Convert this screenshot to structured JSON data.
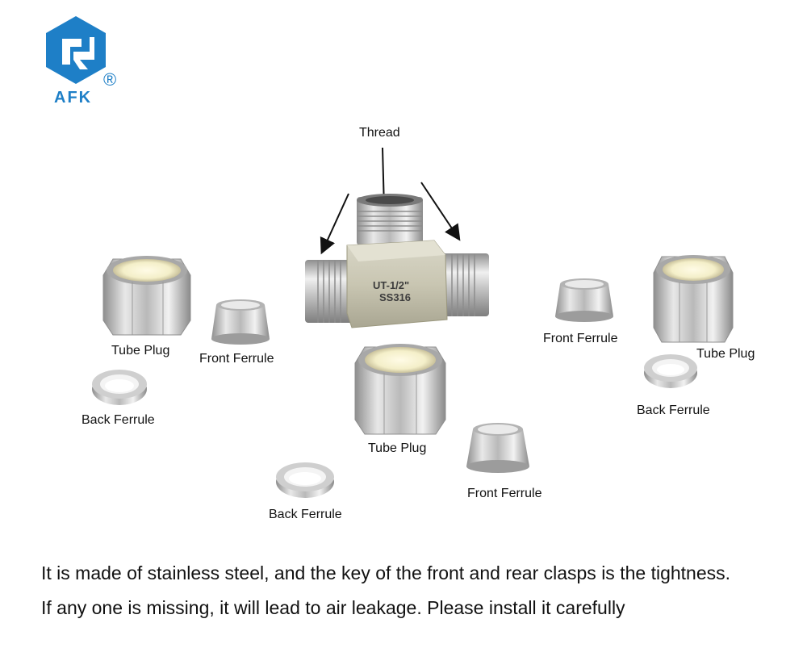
{
  "brand": {
    "name": "AFK",
    "registered": "®",
    "color": "#1e7fc7"
  },
  "labels": {
    "thread": "Thread",
    "tube_plug_left": "Tube Plug",
    "front_ferrule_left": "Front Ferrule",
    "back_ferrule_left": "Back Ferrule",
    "tube_plug_center": "Tube Plug",
    "back_ferrule_center": "Back Ferrule",
    "front_ferrule_center": "Front Ferrule",
    "front_ferrule_right": "Front Ferrule",
    "tube_plug_right": "Tube Plug",
    "back_ferrule_right": "Back Ferrule"
  },
  "fitting_marking": {
    "size": "UT-1/2\"",
    "material": "SS316"
  },
  "caption": {
    "line1": "It is made of stainless steel, and the key of the front and rear clasps is the tightness.",
    "line2": "If any one is missing, it will lead to air leakage. Please install it carefully"
  }
}
